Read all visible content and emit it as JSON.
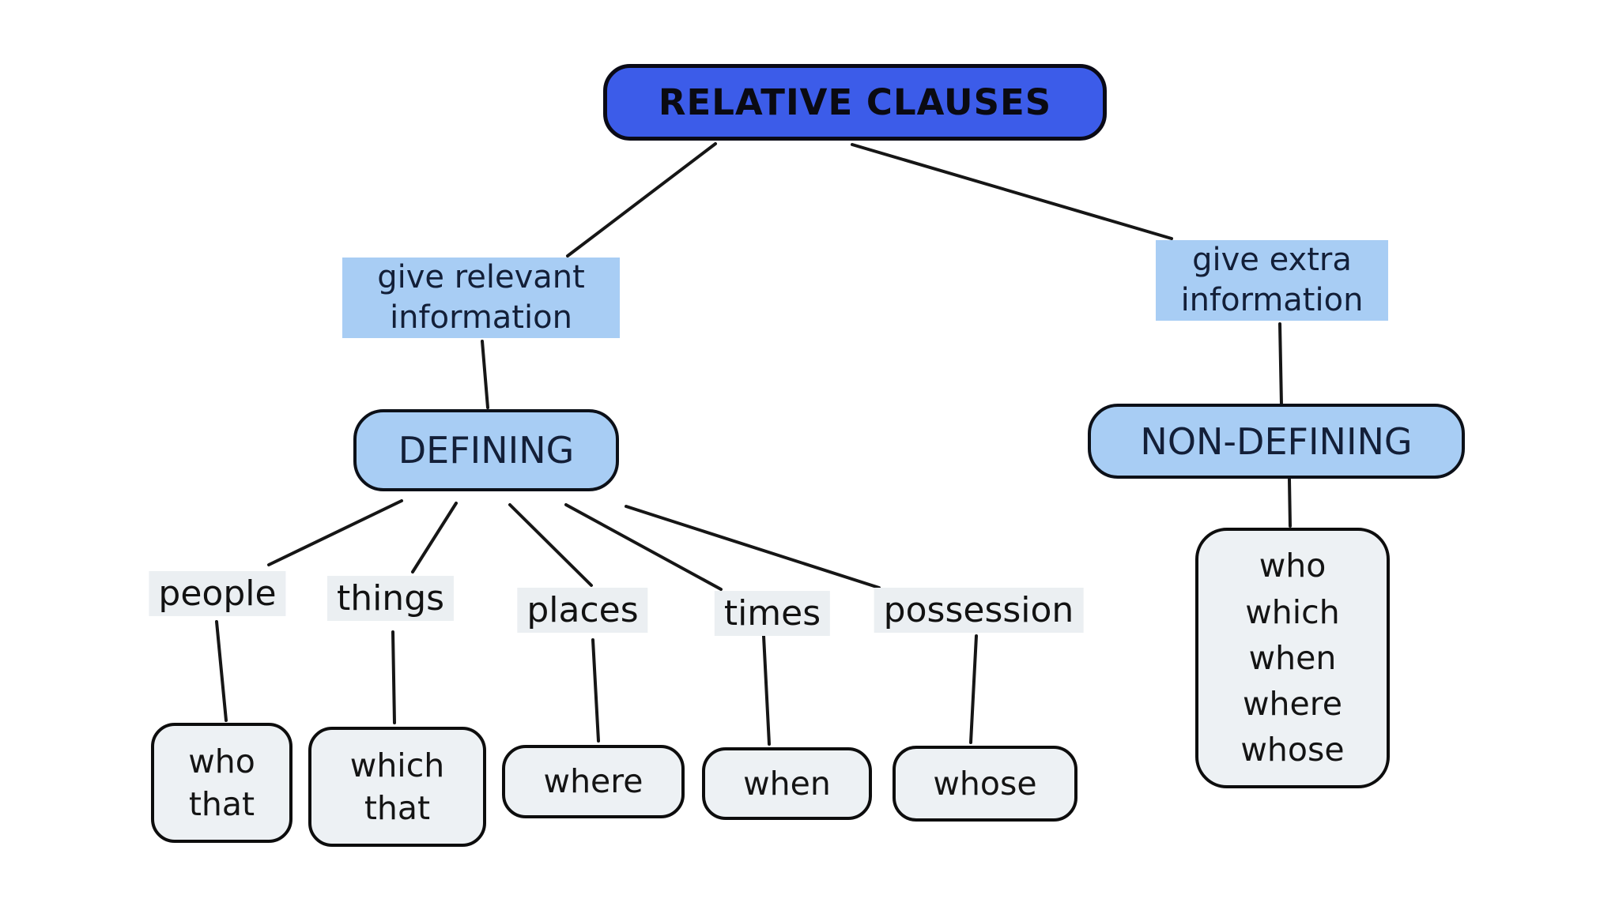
{
  "diagram": {
    "title": "RELATIVE CLAUSES",
    "branches": {
      "defining": {
        "note": "give relevant\ninformation",
        "label": "DEFINING",
        "categories": [
          {
            "label": "people",
            "pronouns": "who\nthat"
          },
          {
            "label": "things",
            "pronouns": "which\nthat"
          },
          {
            "label": "places",
            "pronouns": "where"
          },
          {
            "label": "times",
            "pronouns": "when"
          },
          {
            "label": "possession",
            "pronouns": "whose"
          }
        ]
      },
      "non_defining": {
        "note": "give extra\ninformation",
        "label": "NON-DEFINING",
        "pronouns": "who\nwhich\nwhen\nwhere\nwhose"
      }
    },
    "colors": {
      "root_fill": "#3c5ce9",
      "branch_fill": "#a8cdf4",
      "leaf_fill": "#edf1f4",
      "category_fill": "#ebeff2",
      "edge": "#161616",
      "root_text": "#0a0a12",
      "branch_text": "#131f38",
      "leaf_text": "#141414",
      "background": "#ffffff"
    }
  }
}
